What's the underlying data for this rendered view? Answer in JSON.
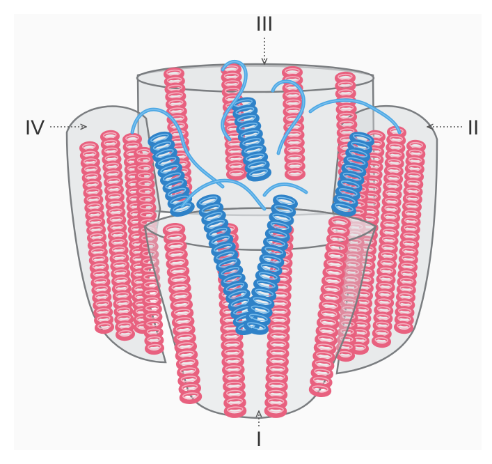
{
  "diagram": {
    "labels": {
      "top": "III",
      "left": "IV",
      "right": "II",
      "bottom": "I"
    },
    "colors": {
      "background": "#fafafa",
      "tm_helix": "#e8617f",
      "tm_helix_light": "#f6b8c6",
      "helix_blue": "#2f82c8",
      "helix_blue_light": "#7cc0ee",
      "loop_blue": "#4da8e4",
      "envelope_fill": "#d2d6da",
      "envelope_stroke": "#7a7d80",
      "arrow": "#555555"
    }
  }
}
